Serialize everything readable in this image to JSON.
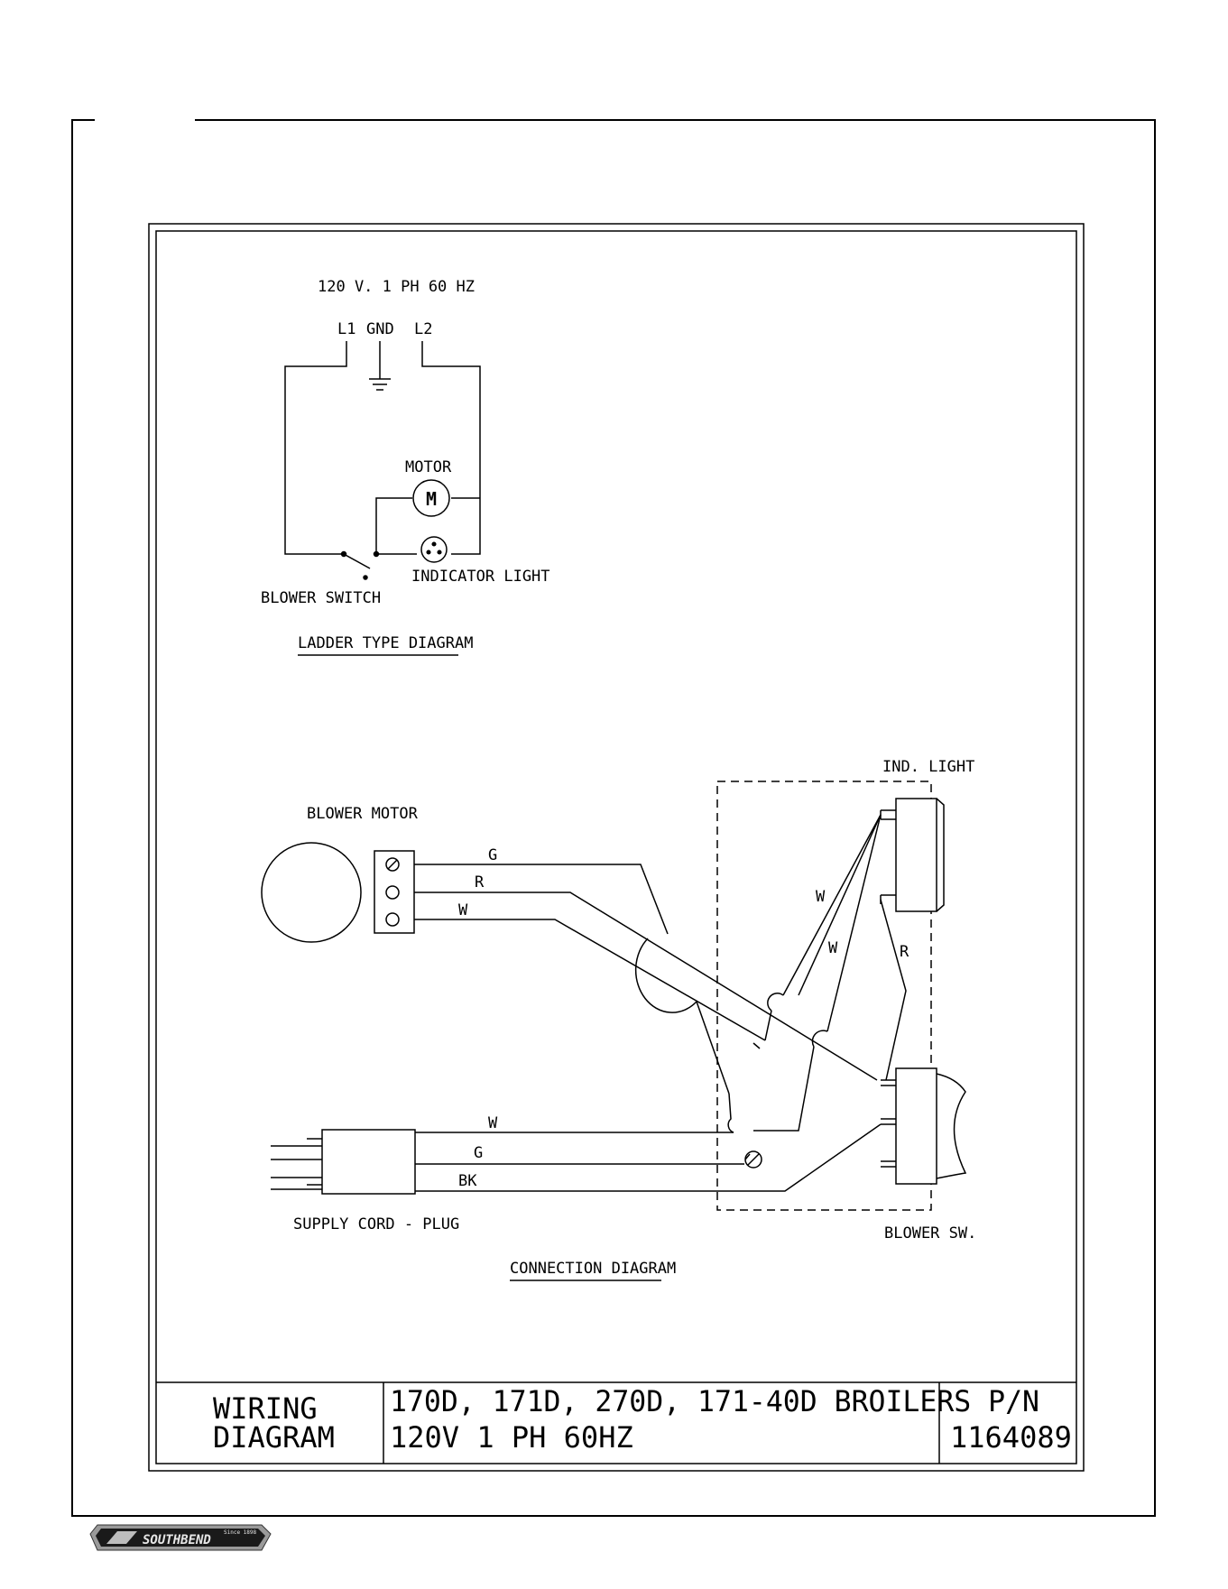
{
  "ladder": {
    "supply": "120 V. 1 PH 60 HZ",
    "l1": "L1",
    "gnd": "GND",
    "l2": "L2",
    "motor": "MOTOR",
    "motor_symbol": "M",
    "indicator_light": "INDICATOR LIGHT",
    "blower_switch": "BLOWER SWITCH",
    "title": "LADDER TYPE DIAGRAM"
  },
  "connection": {
    "ind_light": "IND. LIGHT",
    "blower_motor": "BLOWER MOTOR",
    "blower_sw": "BLOWER SW.",
    "supply_cord": "SUPPLY CORD - PLUG",
    "title": "CONNECTION DIAGRAM",
    "wire_g_motor": "G",
    "wire_r_motor": "R",
    "wire_w_motor": "W",
    "wire_w_light_1": "W",
    "wire_w_light_2": "W",
    "wire_r_light": "R",
    "wire_w_cord": "W",
    "wire_g_cord": "G",
    "wire_bk_cord": "BK"
  },
  "title_block": {
    "title_line1": "WIRING",
    "title_line2": "DIAGRAM",
    "models": "170D, 171D, 270D, 171-40D BROILERS P/N",
    "voltage": "120V 1 PH 60HZ",
    "part_number": "1164089"
  },
  "logo": {
    "brand": "SOUTHBEND",
    "since": "Since 1898"
  }
}
